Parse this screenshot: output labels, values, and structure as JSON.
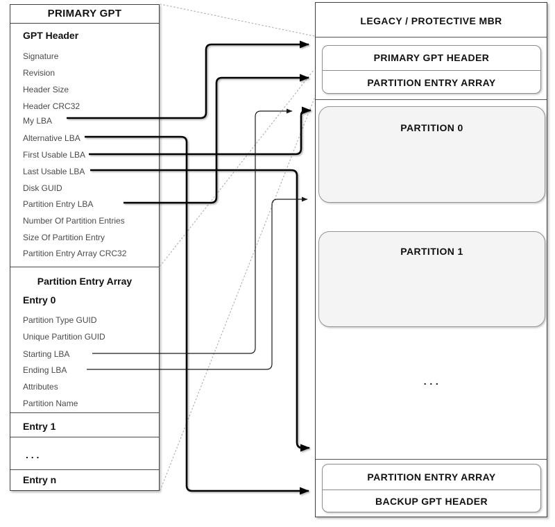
{
  "left": {
    "title": "PRIMARY GPT",
    "gpt_header_heading": "GPT Header",
    "fields": [
      "Signature",
      "Revision",
      "Header Size",
      "Header CRC32",
      "My LBA",
      "Alternative LBA",
      "First Usable LBA",
      "Last Usable LBA",
      "Disk GUID",
      "Partition Entry LBA",
      "Number Of Partition Entries",
      "Size Of Partition Entry",
      "Partition Entry Array CRC32"
    ],
    "array_heading": "Partition Entry Array",
    "entry0_heading": "Entry 0",
    "entry0_fields": [
      "Partition Type GUID",
      "Unique Partition GUID",
      "Starting LBA",
      "Ending LBA",
      "Attributes",
      "Partition Name"
    ],
    "entry1": "Entry 1",
    "ellipsis": ". . .",
    "entryn": "Entry n"
  },
  "right": {
    "mbr": "LEGACY / PROTECTIVE MBR",
    "primary_gpt_header": "PRIMARY GPT HEADER",
    "primary_entry_array": "PARTITION ENTRY ARRAY",
    "partition0": "PARTITION 0",
    "partition1": "PARTITION 1",
    "ellipsis": ". . .",
    "backup_entry_array": "PARTITION ENTRY ARRAY",
    "backup_gpt_header": "BACKUP GPT HEADER"
  },
  "links": {
    "arrows": [
      {
        "from": "My LBA",
        "to": "PRIMARY GPT HEADER",
        "style": "thick"
      },
      {
        "from": "Alternative LBA",
        "to": "BACKUP GPT HEADER",
        "style": "thick"
      },
      {
        "from": "First Usable LBA",
        "to": "start of partition area (PARTITION 0)",
        "style": "thick"
      },
      {
        "from": "Last Usable LBA",
        "to": "end of partition area",
        "style": "thick"
      },
      {
        "from": "Partition Entry LBA",
        "to": "PARTITION ENTRY ARRAY (primary)",
        "style": "thick"
      },
      {
        "from": "Starting LBA",
        "to": "start of PARTITION 0",
        "style": "thin"
      },
      {
        "from": "Ending LBA",
        "to": "end of PARTITION 0",
        "style": "thin"
      }
    ],
    "dotted_mappings": [
      {
        "from": "PRIMARY GPT box top",
        "to": "disk region below MBR"
      },
      {
        "from": "GPT Header / Partition Entry Array divider",
        "to": "PRIMARY GPT HEADER / PARTITION ENTRY ARRAY divider"
      },
      {
        "from": "PRIMARY GPT box bottom",
        "to": "end of primary GPT disk region"
      }
    ]
  }
}
